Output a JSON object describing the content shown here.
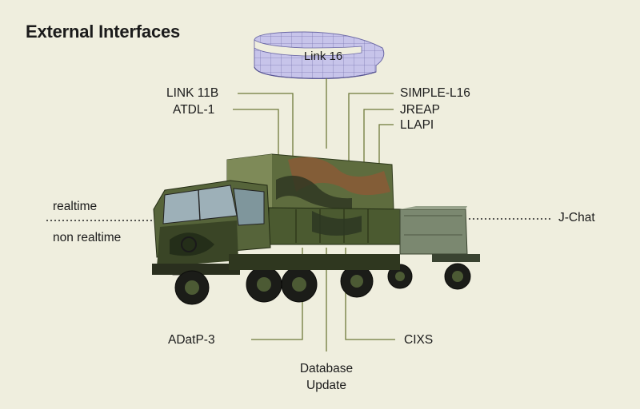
{
  "title": "External Interfaces",
  "center_link": "Link 16",
  "top_left": [
    "LINK 11B",
    "ATDL-1"
  ],
  "top_right": [
    "SIMPLE-L16",
    "JREAP",
    "LLAPI"
  ],
  "left": [
    "realtime",
    "non realtime"
  ],
  "right": "J-Chat",
  "bottom_left": "ADatP-3",
  "bottom_right": "CIXS",
  "bottom_center": [
    "Database",
    "Update"
  ],
  "colors": {
    "background": "#efeede",
    "line": "#6e7a3a",
    "ring": "#b9b6df"
  }
}
